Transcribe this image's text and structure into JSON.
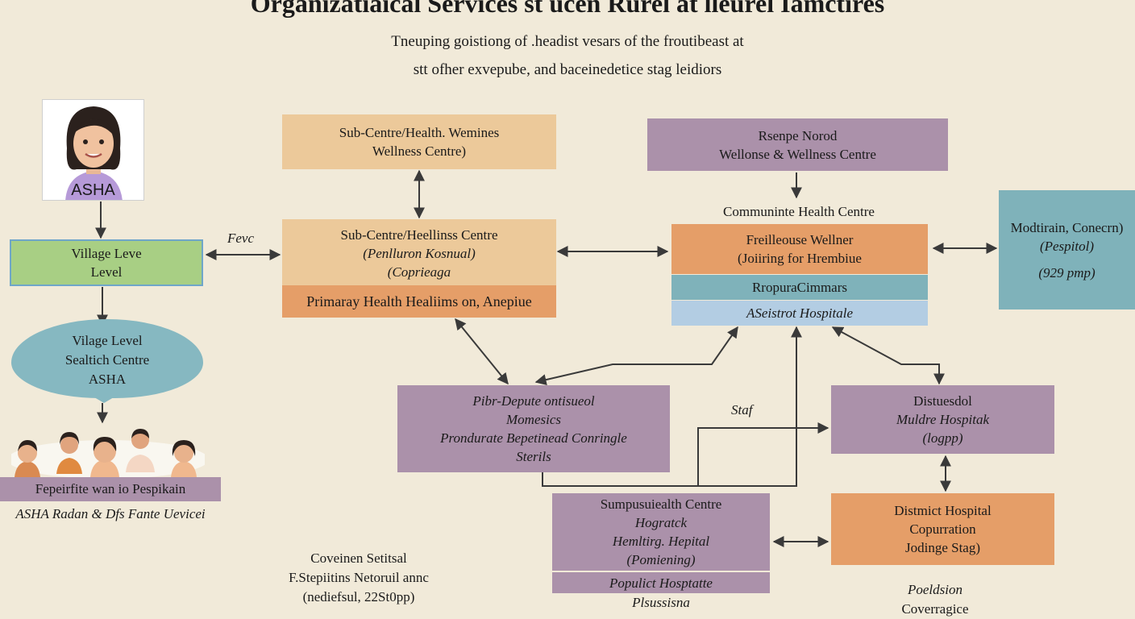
{
  "header": {
    "title": "Organizatiaical Services st ucen Rurel at lleurel Iamctires",
    "subtitle_line1": "Tneuping goistiong of .headist vesars of the froutibeast at",
    "subtitle_line2": "stt ofher exvepube, and baceinedetice stag leidiors"
  },
  "left": {
    "avatar_label": "ASHA",
    "village_box": [
      "Village Leve",
      "Level"
    ],
    "bubble": [
      "Vilage Level",
      "Sealtich Centre",
      "ASHA"
    ],
    "ribbon": "Fepeirfite wan io Pespikain",
    "caption": "ASHA Radan & Dfs Fante Uevicei"
  },
  "fevelabel": "Fevc",
  "staf_label": "Staf",
  "top_sub_centre": [
    "Sub-Centre/Health. Wemines",
    "Wellness Centre)"
  ],
  "sub_centre": {
    "lines": [
      "Sub-Centre/Heellinss Centre",
      "(Penlluron Kosnual)",
      "(Coprieaga"
    ],
    "footer": "Primaray Health Healiims on, Anepiue"
  },
  "top_right_box": [
    "Rsenpe Norod",
    "Wellonse & Wellness Centre"
  ],
  "chc": {
    "heading": "Communinte Health Centre",
    "orange": [
      "Freilleouse Wellner",
      "(Joiiring for Hrembiue"
    ],
    "teal": "RropuraCimmars",
    "blue": "ASeistrot Hospitale"
  },
  "far_right": [
    "Modtirain, Conecrn)",
    "(Pespitol)",
    "(929 pmp)"
  ],
  "mid_purple": [
    "Pibr-Depute ontisueol",
    "Momesics",
    "Prondurate Bepetinead Conringle",
    "Sterils"
  ],
  "right_purple": [
    "Distuesdol",
    "Muldre Hospitak",
    "(logpp)"
  ],
  "bottom_purple": [
    "Sumpusuiealth Centre",
    "Hogratck",
    "Hemltirg. Hepital",
    "(Pomiening)"
  ],
  "bottom_purple_footer": "Populict Hosptatte",
  "bottom_purple_caption": "Plsussisna",
  "district": [
    "Distmict Hospital",
    "Copurration",
    "Jodinge Stag)"
  ],
  "bottom_left_note": [
    "Coveinen Setitsal",
    "F.Stepiitins Netoruil annc",
    "(nediefsul, 22St0pp)"
  ],
  "bottom_right_note": [
    "Poeldsion",
    "Coverragice"
  ],
  "colors": {
    "background": "#f1ead9",
    "peach": "#ecc99a",
    "purple": "#ab91aa",
    "orange": "#e59e68",
    "teal": "#7fb2ba",
    "light_blue": "#b3cde3",
    "green": "#a8cf84"
  }
}
